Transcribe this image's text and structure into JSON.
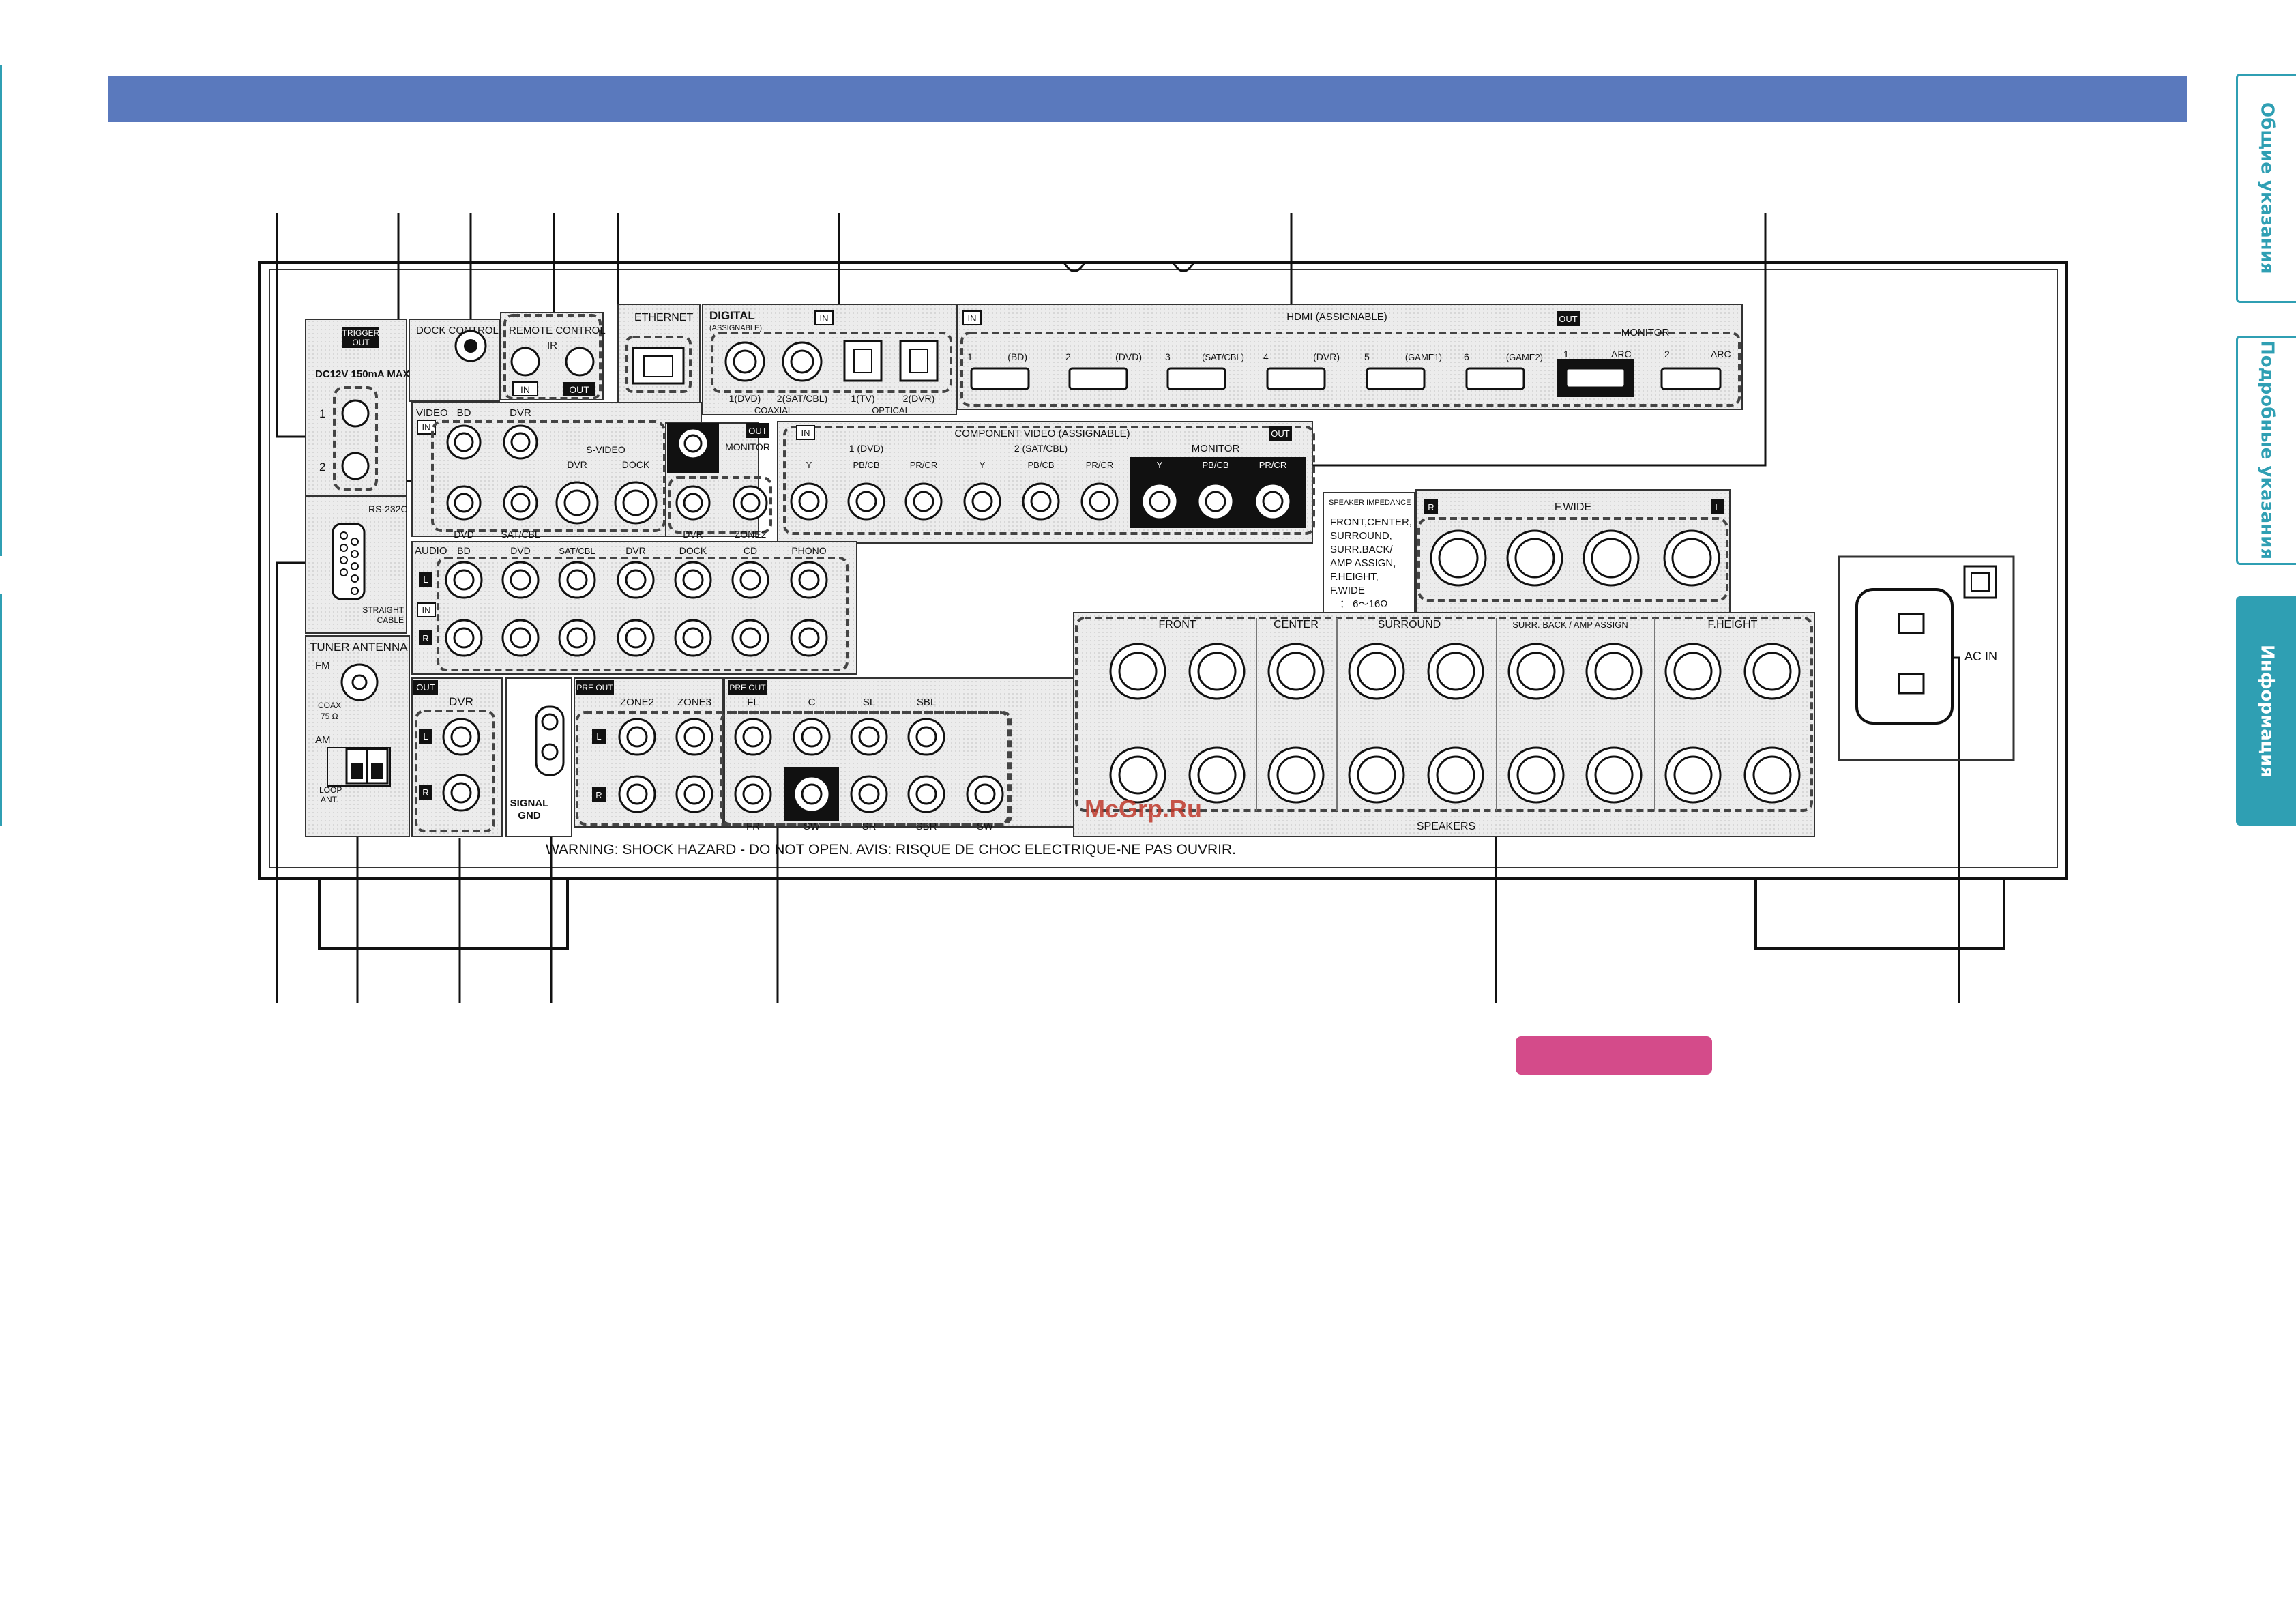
{
  "side_tabs": [
    {
      "label": "Общие указания",
      "active": false
    },
    {
      "label": "Подробные указания",
      "active": false
    },
    {
      "label": "Информация",
      "active": true
    }
  ],
  "panel": {
    "trigger_out": [
      "TRIGGER",
      "OUT"
    ],
    "trigger_spec": "DC12V 150mA MAX.",
    "trigger_nums": [
      "1",
      "2"
    ],
    "dock_control": "DOCK CONTROL",
    "remote_control": "REMOTE CONTROL",
    "ir": "IR",
    "in": "IN",
    "out": "OUT",
    "ethernet": "ETHERNET",
    "digital": "DIGITAL",
    "assignable_small": "(ASSIGNABLE)",
    "coaxial_labels": [
      "1(DVD)",
      "2(SAT/CBL)"
    ],
    "coaxial": "COAXIAL",
    "optical_labels": [
      "1(TV)",
      "2(DVR)"
    ],
    "optical": "OPTICAL",
    "hdmi_title": "HDMI  (ASSIGNABLE)",
    "hdmi_inputs": [
      {
        "num": "1",
        "name": "(BD)"
      },
      {
        "num": "2",
        "name": "(DVD)"
      },
      {
        "num": "3",
        "name": "(SAT/CBL)"
      },
      {
        "num": "4",
        "name": "(DVR)"
      },
      {
        "num": "5",
        "name": "(GAME1)"
      },
      {
        "num": "6",
        "name": "(GAME2)"
      }
    ],
    "monitor": "MONITOR",
    "arc": "ARC",
    "monitor_nums": [
      "1",
      "2"
    ],
    "video": "VIDEO",
    "video_top": [
      "BD",
      "DVR"
    ],
    "video_bottom": [
      "DVD",
      "SAT/CBL",
      "DVR",
      "ZONE2"
    ],
    "s_video": "S-VIDEO",
    "s_video_labels": [
      "DVR",
      "DOCK"
    ],
    "component_video": "COMPONENT VIDEO (ASSIGNABLE)",
    "component_groups": [
      "1  (DVD)",
      "2  (SAT/CBL)"
    ],
    "component_jacks": [
      "Y",
      "PB/CB",
      "PR/CR"
    ],
    "rs232c": "RS-232C",
    "straight_cable": [
      "STRAIGHT",
      "CABLE"
    ],
    "audio": "AUDIO",
    "audio_inputs": [
      "BD",
      "DVD",
      "SAT/CBL",
      "DVR",
      "DOCK",
      "CD",
      "PHONO"
    ],
    "lr": [
      "L",
      "R"
    ],
    "tuner_antenna": "TUNER ANTENNA",
    "fm": "FM",
    "coax_75": [
      "COAX",
      "75 Ω"
    ],
    "am": "AM",
    "loop_ant": [
      "LOOP",
      "ANT."
    ],
    "dvr_out": "DVR",
    "signal_gnd": [
      "SIGNAL",
      "GND"
    ],
    "pre_out": "PRE OUT",
    "zones": [
      "ZONE2",
      "ZONE3"
    ],
    "pre_top": [
      "FL",
      "C",
      "SL",
      "SBL"
    ],
    "pre_bottom": [
      "FR",
      "SW",
      "SR",
      "SBR",
      "SW"
    ],
    "speaker_impedance": "SPEAKER IMPEDANCE",
    "impedance_lines": [
      "FRONT,CENTER,",
      "SURROUND,",
      "SURR.BACK/",
      "AMP ASSIGN,",
      "F.HEIGHT,",
      "F.WIDE",
      "：  6～16Ω"
    ],
    "f_wide": "F.WIDE",
    "speaker_groups": [
      "FRONT",
      "CENTER",
      "SURROUND",
      "SURR. BACK / AMP ASSIGN",
      "F.HEIGHT"
    ],
    "speakers": "SPEAKERS",
    "ac_in": "AC IN",
    "warning": "WARNING: SHOCK HAZARD - DO NOT OPEN.  AVIS: RISQUE DE CHOC ELECTRIQUE-NE PAS OUVRIR.",
    "watermark": "McGrp.Ru"
  },
  "colors": {
    "header": "#5a79bd",
    "tab": "#2f9fb3",
    "button": "#d44b8a",
    "watermark": "#c0392b"
  }
}
